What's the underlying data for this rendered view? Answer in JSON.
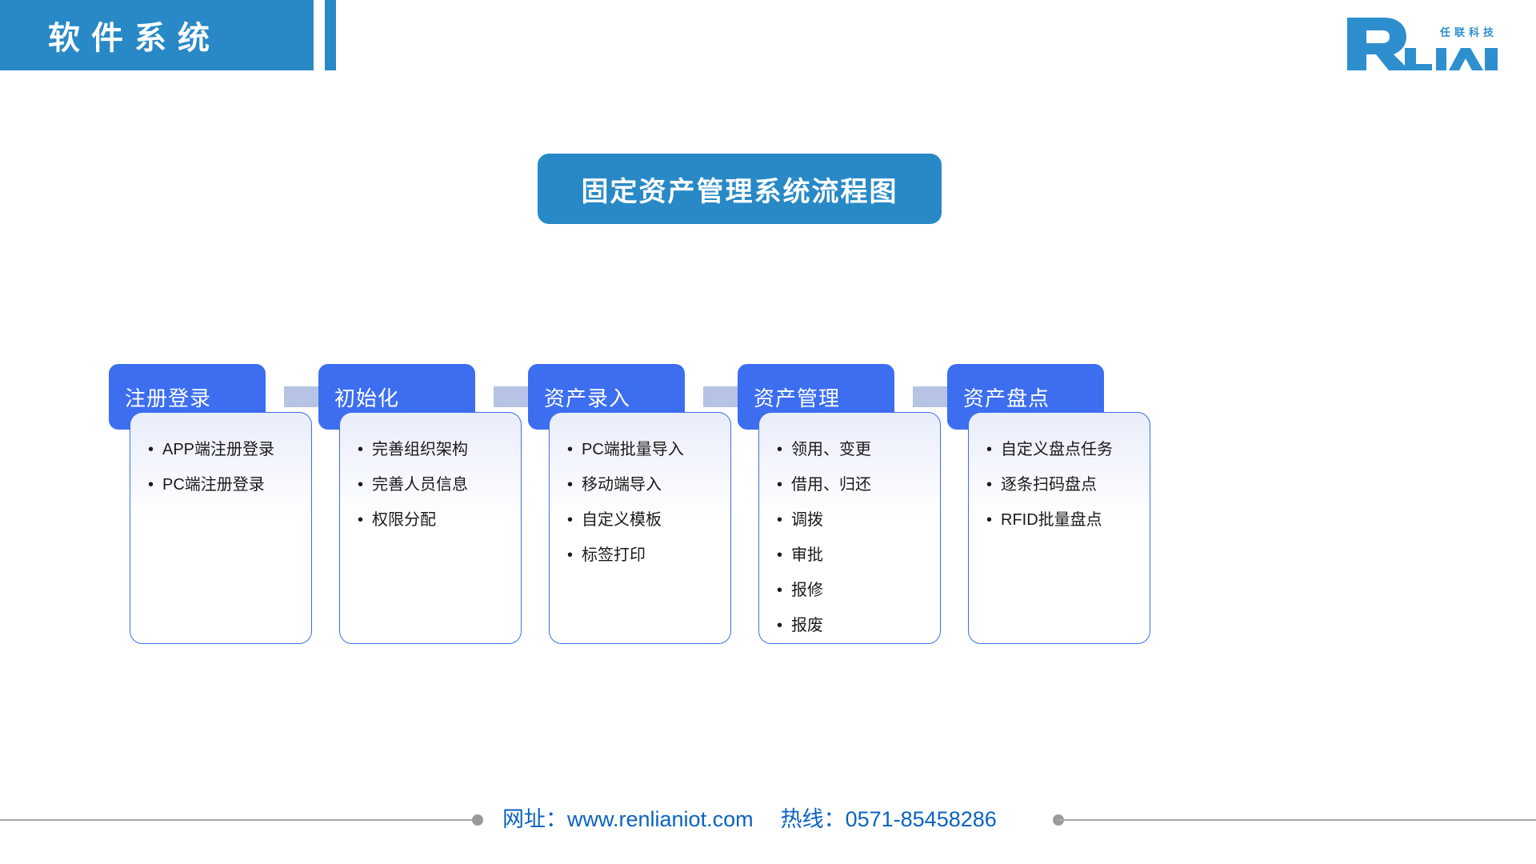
{
  "header": {
    "banner_title": "软件系统",
    "logo": {
      "mark_letters": "RLIAN",
      "company_cn": "任联科技",
      "brand_color": "#2E8FCF"
    }
  },
  "title": {
    "text": "固定资产管理系统流程图",
    "background_color": "#2889C6"
  },
  "flow": {
    "arrow_color": "#B6C3E4",
    "header_color": "#3D6EF0",
    "border_color": "#3D6EF0",
    "steps": [
      {
        "title": "注册登录",
        "items": [
          "APP端注册登录",
          "PC端注册登录"
        ]
      },
      {
        "title": "初始化",
        "items": [
          "完善组织架构",
          "完善人员信息",
          "权限分配"
        ]
      },
      {
        "title": "资产录入",
        "items": [
          "PC端批量导入",
          "移动端导入",
          "自定义模板",
          "标签打印"
        ]
      },
      {
        "title": "资产管理",
        "items": [
          "领用、变更",
          "借用、归还",
          "调拨",
          "审批",
          "报修",
          "报废"
        ]
      },
      {
        "title": "资产盘点",
        "items": [
          "自定义盘点任务",
          "逐条扫码盘点",
          "RFID批量盘点"
        ]
      }
    ]
  },
  "footer": {
    "website": "网址：www.renlianiot.com",
    "hotline": "热线：0571-85458286",
    "text_color": "#0A62C2"
  }
}
